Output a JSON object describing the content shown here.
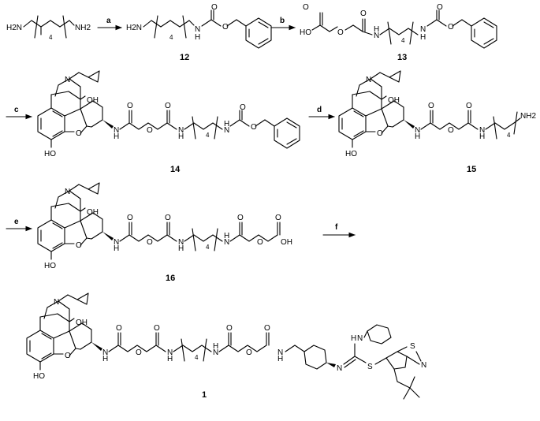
{
  "steps": [
    "a",
    "b",
    "c",
    "d",
    "e",
    "f"
  ],
  "compounds": [
    "12",
    "13",
    "14",
    "15",
    "16",
    "1"
  ],
  "atoms": {
    "amine_h2n": "H2N",
    "amine_nh2": "NH2",
    "nh": "N",
    "h": "H",
    "o": "O",
    "oh": "OH",
    "ho": "HO",
    "n": "N",
    "s": "S",
    "chain_repeat": "4"
  }
}
